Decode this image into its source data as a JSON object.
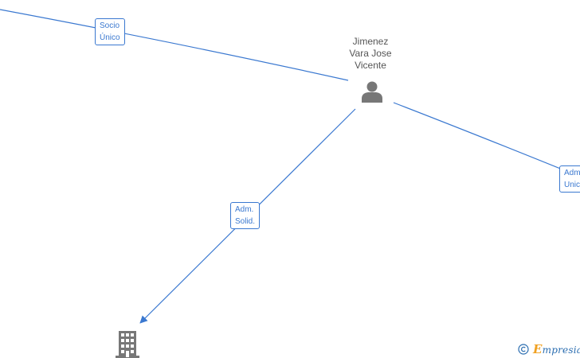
{
  "nodes": {
    "person": {
      "name_lines": [
        "Jimenez",
        "Vara Jose",
        "Vicente"
      ],
      "icon": "person-icon"
    },
    "company": {
      "icon": "building-icon"
    }
  },
  "edges": {
    "socio_unico": {
      "lines": [
        "Socio",
        "Único"
      ]
    },
    "adm_solid": {
      "lines": [
        "Adm.",
        "Solid."
      ]
    },
    "adm_unico": {
      "lines": [
        "Adm.",
        "Unico"
      ]
    }
  },
  "watermark": {
    "copyright_symbol": "©",
    "brand_first": "E",
    "brand_rest": "mpresia"
  },
  "colors": {
    "edge": "#3a78d0",
    "node_icon": "#777777",
    "label_text": "#555555",
    "brand_blue": "#2a6db0",
    "brand_orange": "#f0a020"
  }
}
